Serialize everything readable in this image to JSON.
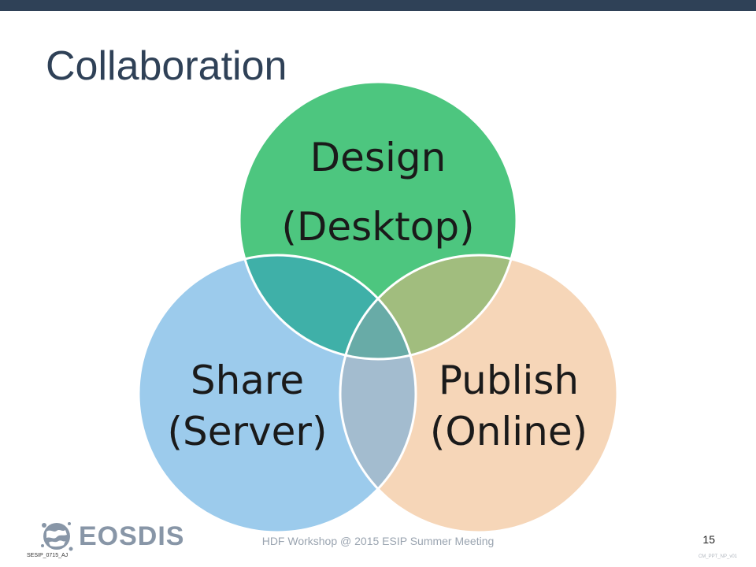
{
  "slide": {
    "title": "Collaboration"
  },
  "venn": {
    "sets": [
      {
        "id": "design",
        "line1": "Design",
        "line2": "(Desktop)",
        "color": "#4dc67f"
      },
      {
        "id": "share",
        "line1": "Share",
        "line2": "(Server)",
        "color": "#9ccbec"
      },
      {
        "id": "publish",
        "line1": "Publish",
        "line2": "(Online)",
        "color": "#f6d6b8"
      }
    ],
    "overlap_colors": {
      "design_share": "#3fb0a8",
      "design_publish": "#a1bd7e",
      "share_publish": "#a3bccf",
      "all": "#68aba7"
    }
  },
  "footer": {
    "logo_text": "EOSDIS",
    "center_text": "HDF Workshop @ 2015 ESIP Summer Meeting",
    "page_number": "15",
    "left_code": "SESIP_0715_AJ",
    "right_code": "CM_PPT_NP_v01"
  },
  "colors": {
    "top_bar": "#2f4157",
    "title": "#2f4157",
    "logo": "#8896a7"
  },
  "icons": {
    "logo": "globe-icon"
  }
}
